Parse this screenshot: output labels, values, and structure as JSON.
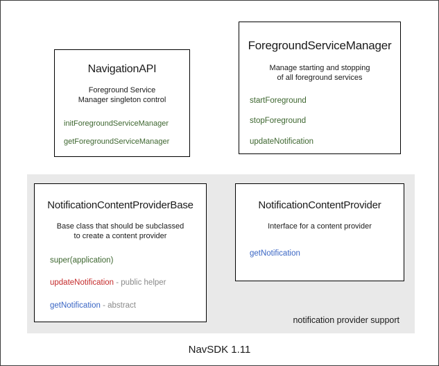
{
  "diagram": {
    "footer_label": "NavSDK 1.11",
    "group_panel": {
      "label": "notification provider support",
      "background": "#e9e9e9"
    },
    "colors": {
      "method_green": "#3d662f",
      "method_red": "#c42b2b",
      "method_blue": "#3a66c4",
      "annotation_gray": "#8a8a8a",
      "box_border": "#000000",
      "text": "#1a1a1a"
    },
    "boxes": {
      "navigation_api": {
        "title": "NavigationAPI",
        "description_line1": "Foreground Service",
        "description_line2": "Manager singleton control",
        "members": [
          {
            "name": "initForegroundServiceManager",
            "note": ""
          },
          {
            "name": "getForegroundServiceManager",
            "note": ""
          }
        ]
      },
      "foreground_service_manager": {
        "title": "ForegroundServiceManager",
        "description_line1": "Manage starting and stopping",
        "description_line2": "of all foreground services",
        "members": [
          {
            "name": "startForeground",
            "note": ""
          },
          {
            "name": "stopForeground",
            "note": ""
          },
          {
            "name": "updateNotification",
            "note": ""
          }
        ]
      },
      "notification_content_provider_base": {
        "title": "NotificationContentProviderBase",
        "description_line1": "Base class that should be subclassed",
        "description_line2": "to create a content provider",
        "members": [
          {
            "name": "super(application)",
            "note": ""
          },
          {
            "name": "updateNotification",
            "note": " - public helper"
          },
          {
            "name": "getNotification",
            "note": " - abstract"
          }
        ]
      },
      "notification_content_provider": {
        "title": "NotificationContentProvider",
        "description_line1": "Interface for a content provider",
        "description_line2": "",
        "members": [
          {
            "name": "getNotification",
            "note": ""
          }
        ]
      }
    }
  }
}
